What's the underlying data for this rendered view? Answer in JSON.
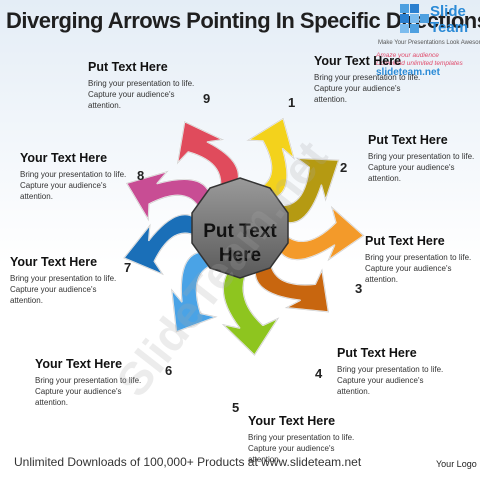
{
  "title": "Diverging Arrows Pointing In Specific Directions",
  "logo": {
    "name_line1": "Slide",
    "name_line2": "Team",
    "tagline": "Make Your Presentations Look Awesome"
  },
  "promo": {
    "line1": "Amaze your audience",
    "line2": "Download unlimited templates",
    "line3": "slideteam.net"
  },
  "center_text": {
    "line1": "Put Text",
    "line2": "Here"
  },
  "text_blocks": [
    {
      "heading": "Put Text Here",
      "body": "Bring your presentation to life. Capture your audience's attention."
    },
    {
      "heading": "Your Text Here",
      "body": "Bring your presentation to life. Capture your audience's attention."
    },
    {
      "heading": "Put Text Here",
      "body": "Bring your presentation to life. Capture your audience's attention."
    },
    {
      "heading": "Your Text Here",
      "body": "Bring your presentation to life. Capture your audience's attention."
    },
    {
      "heading": "Put Text Here",
      "body": "Bring your presentation to life. Capture your audience's attention."
    },
    {
      "heading": "Your Text Here",
      "body": "Bring your presentation to life. Capture your audience's attention."
    },
    {
      "heading": "Your Text Here",
      "body": "Bring your presentation to life. Capture your audience's attention."
    },
    {
      "heading": "Put Text Here",
      "body": "Bring your presentation to life. Capture your audience's attention."
    },
    {
      "heading": "Your Text Here",
      "body": "Bring your presentation to life. Capture your audience's attention."
    }
  ],
  "arrows": [
    {
      "number": "1",
      "color": "#f3d21c"
    },
    {
      "number": "2",
      "color": "#b59a12"
    },
    {
      "number": "3",
      "color": "#f39a2a"
    },
    {
      "number": "4",
      "color": "#c8660f"
    },
    {
      "number": "5",
      "color": "#8ec51f"
    },
    {
      "number": "6",
      "color": "#4aa3e6"
    },
    {
      "number": "7",
      "color": "#1a6fb8"
    },
    {
      "number": "8",
      "color": "#c84d94"
    },
    {
      "number": "9",
      "color": "#e04b5c"
    }
  ],
  "watermark": "SlideTeam.net",
  "footer": "Unlimited Downloads of 100,000+ Products at www.slideteam.net",
  "your_logo": "Your Logo"
}
